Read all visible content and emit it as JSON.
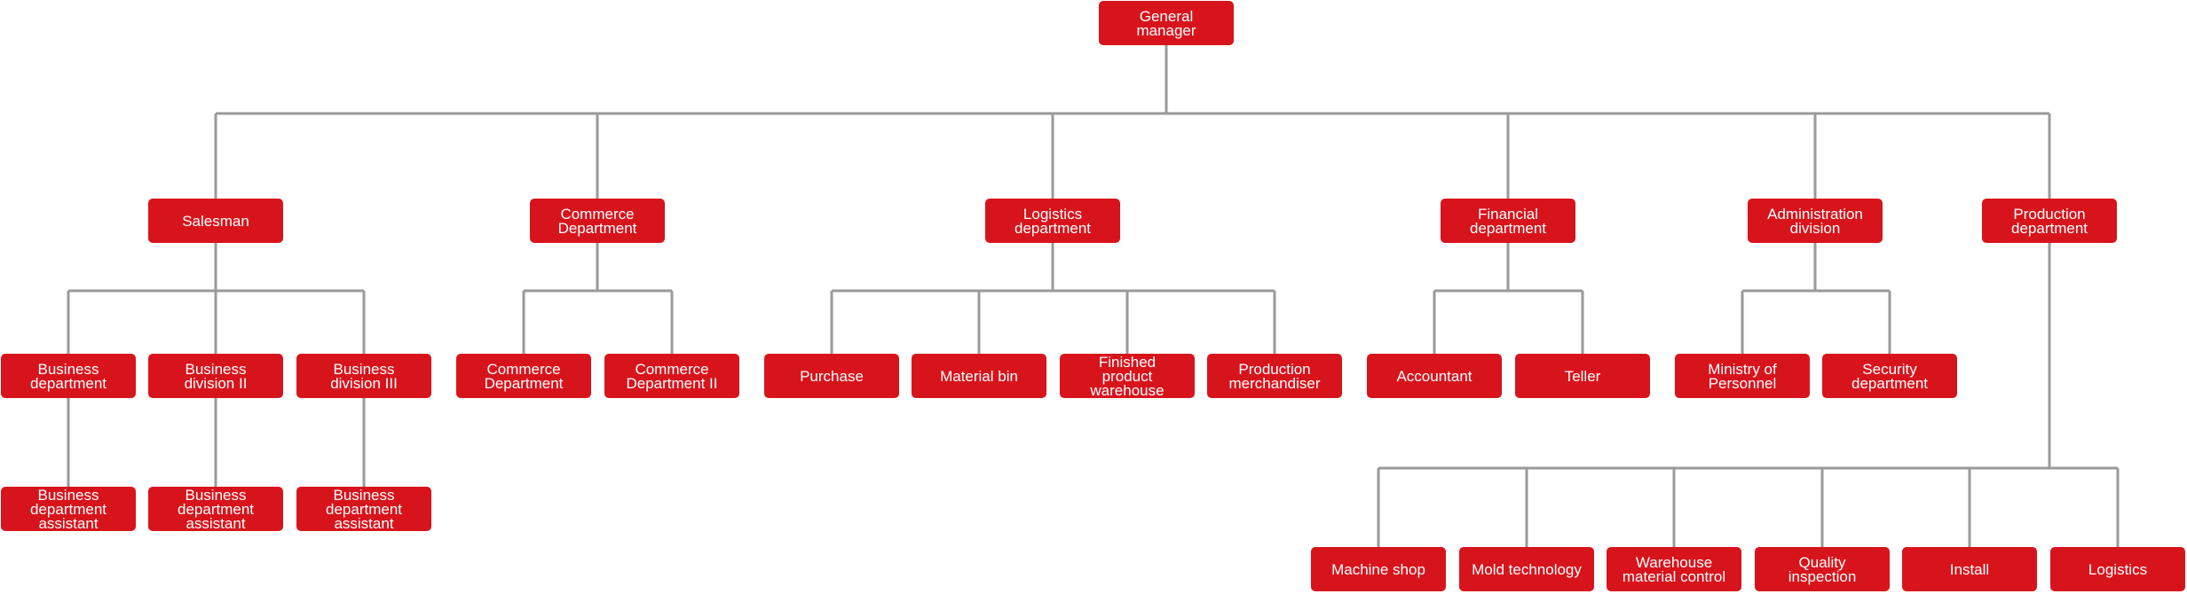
{
  "nodes": {
    "gm": [
      "General",
      "manager"
    ],
    "salesman": [
      "Salesman"
    ],
    "commerce": [
      "Commerce",
      "Department"
    ],
    "logistics_dept": [
      "Logistics",
      "department"
    ],
    "financial": [
      "Financial",
      "department"
    ],
    "administration": [
      "Administration",
      "division"
    ],
    "production": [
      "Production",
      "department"
    ],
    "biz_dept": [
      "Business",
      "department"
    ],
    "biz_div2": [
      "Business",
      "division II"
    ],
    "biz_div3": [
      "Business",
      "division III"
    ],
    "biz_asst1": [
      "Business",
      "department",
      "assistant"
    ],
    "biz_asst2": [
      "Business",
      "department",
      "assistant"
    ],
    "biz_asst3": [
      "Business",
      "department",
      "assistant"
    ],
    "commerce_dept": [
      "Commerce",
      "Department"
    ],
    "commerce_dept2": [
      "Commerce",
      "Department II"
    ],
    "purchase": [
      "Purchase"
    ],
    "material_bin": [
      "Material bin"
    ],
    "finished_warehouse": [
      "Finished",
      "product",
      "warehouse"
    ],
    "prod_merch": [
      "Production",
      "merchandiser"
    ],
    "accountant": [
      "Accountant"
    ],
    "teller": [
      "Teller"
    ],
    "personnel": [
      "Ministry of",
      "Personnel"
    ],
    "security": [
      "Security",
      "department"
    ],
    "machine_shop": [
      "Machine shop"
    ],
    "mold_tech": [
      "Mold technology"
    ],
    "warehouse_ctrl": [
      "Warehouse",
      "material control"
    ],
    "quality": [
      "Quality",
      "inspection"
    ],
    "install": [
      "Install"
    ],
    "logistics": [
      "Logistics"
    ]
  },
  "colors": {
    "box": "#d7141c",
    "text": "#ffffff",
    "line": "#9a9a9a"
  }
}
